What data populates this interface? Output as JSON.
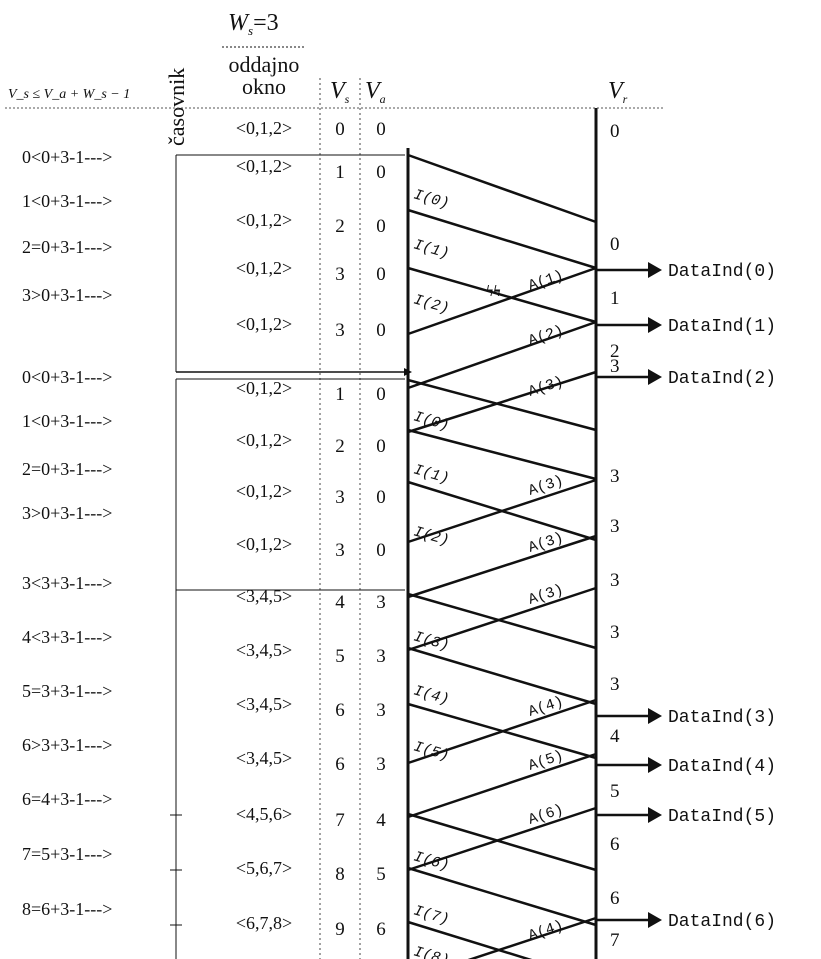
{
  "header": {
    "window_title_main": "W",
    "window_title_sub": "s",
    "window_title_rest": "=3",
    "window_label_line1": "oddajno",
    "window_label_line2": "okno",
    "timer_label": "časovnik",
    "condition_header": "V_s ≤ V_a + W_s − 1",
    "vs_header": "V",
    "vs_sub": "s",
    "va_header": "V",
    "va_sub": "a",
    "vr_header": "V",
    "vr_sub": "r"
  },
  "rows": [
    {
      "cond": "",
      "window": "<0,1,2>",
      "vs": "0",
      "va": "0"
    },
    {
      "cond": "0<0+3-1--->",
      "window": "<0,1,2>",
      "vs": "1",
      "va": "0"
    },
    {
      "cond": "1<0+3-1--->",
      "window": "<0,1,2>",
      "vs": "2",
      "va": "0"
    },
    {
      "cond": "2=0+3-1--->",
      "window": "<0,1,2>",
      "vs": "3",
      "va": "0"
    },
    {
      "cond": "3>0+3-1--->",
      "window": "<0,1,2>",
      "vs": "3",
      "va": "0"
    },
    {
      "cond": "0<0+3-1--->",
      "window": "<0,1,2>",
      "vs": "1",
      "va": "0"
    },
    {
      "cond": "1<0+3-1--->",
      "window": "<0,1,2>",
      "vs": "2",
      "va": "0"
    },
    {
      "cond": "2=0+3-1--->",
      "window": "<0,1,2>",
      "vs": "3",
      "va": "0"
    },
    {
      "cond": "3>0+3-1--->",
      "window": "<0,1,2>",
      "vs": "3",
      "va": "0"
    },
    {
      "cond": "3<3+3-1--->",
      "window": "<3,4,5>",
      "vs": "4",
      "va": "3"
    },
    {
      "cond": "4<3+3-1--->",
      "window": "<3,4,5>",
      "vs": "5",
      "va": "3"
    },
    {
      "cond": "5=3+3-1--->",
      "window": "<3,4,5>",
      "vs": "6",
      "va": "3"
    },
    {
      "cond": "6>3+3-1--->",
      "window": "<3,4,5>",
      "vs": "6",
      "va": "3"
    },
    {
      "cond": "6=4+3-1--->",
      "window": "<4,5,6>",
      "vs": "7",
      "va": "4"
    },
    {
      "cond": "7=5+3-1--->",
      "window": "<5,6,7>",
      "vs": "8",
      "va": "5"
    },
    {
      "cond": "8=6+3-1--->",
      "window": "<6,7,8>",
      "vs": "9",
      "va": "6"
    }
  ],
  "frames": [
    "I(0)",
    "I(1)",
    "I(2)",
    "I(0)",
    "I(1)",
    "I(2)",
    "I(3)",
    "I(4)",
    "I(5)",
    "I(6)",
    "I(7)",
    "I(8)"
  ],
  "acks": [
    "A(1)",
    "A(2)",
    "A(3)",
    "A(3)",
    "A(3)",
    "A(3)",
    "A(4)",
    "A(5)",
    "A(6)",
    "A(4)"
  ],
  "loss_symbol": "ϟϟ",
  "vr_values": [
    "0",
    "0",
    "1",
    "2",
    "3",
    "3",
    "3",
    "3",
    "3",
    "3",
    "4",
    "5",
    "6",
    "6",
    "7"
  ],
  "deliveries": [
    "DataInd(0)",
    "DataInd(1)",
    "DataInd(2)",
    "DataInd(3)",
    "DataInd(4)",
    "DataInd(5)",
    "DataInd(6)"
  ],
  "colors": {
    "ink": "#111111",
    "background": "#ffffff"
  }
}
